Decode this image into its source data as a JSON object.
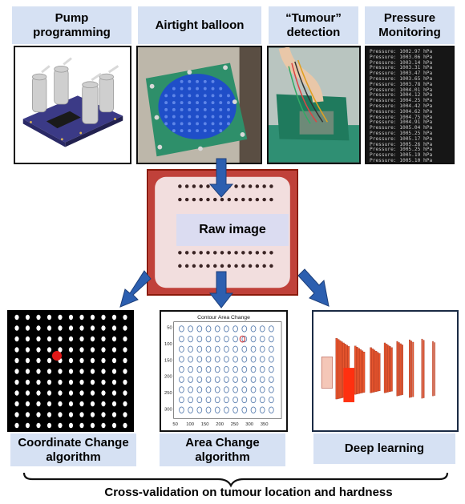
{
  "top_labels": {
    "pump": "Pump programming",
    "balloon": "Airtight balloon",
    "tumour": "“Tumour” detection",
    "pressure": "Pressure Monitoring"
  },
  "pressure_readings": [
    "Pressure: 1002.97 hPa",
    "Pressure: 1003.06 hPa",
    "Pressure: 1003.14 hPa",
    "Pressure: 1003.31 hPa",
    "Pressure: 1003.47 hPa",
    "Pressure: 1003.65 hPa",
    "Pressure: 1003.78 hPa",
    "Pressure: 1004.01 hPa",
    "Pressure: 1004.12 hPa",
    "Pressure: 1004.25 hPa",
    "Pressure: 1004.42 hPa",
    "Pressure: 1004.62 hPa",
    "Pressure: 1004.75 hPa",
    "Pressure: 1004.91 hPa",
    "Pressure: 1005.04 hPa",
    "Pressure: 1005.25 hPa",
    "Pressure: 1005.17 hPa",
    "Pressure: 1005.26 hPa",
    "Pressure: 1005.25 hPa",
    "Pressure: 1005.19 hPa",
    "Pressure: 1005.10 hPa"
  ],
  "raw_image_label": "Raw image",
  "contour_plot": {
    "title": "Contour Area Change",
    "y_ticks": [
      "50",
      "100",
      "150",
      "200",
      "250",
      "300"
    ],
    "x_ticks": [
      "50",
      "100",
      "150",
      "200",
      "250",
      "300",
      "350"
    ]
  },
  "bottom_labels": {
    "coordinate": "Coordinate Change algorithm",
    "area": "Area Change algorithm",
    "deep": "Deep learning"
  },
  "footer_text": "Cross-validation on tumour location and hardness",
  "colors": {
    "label_bg": "#d6e1f3",
    "arrow": "#2c5fb0",
    "terminal_text": "#c8c8c8",
    "tumour_marker": "#e01818"
  }
}
